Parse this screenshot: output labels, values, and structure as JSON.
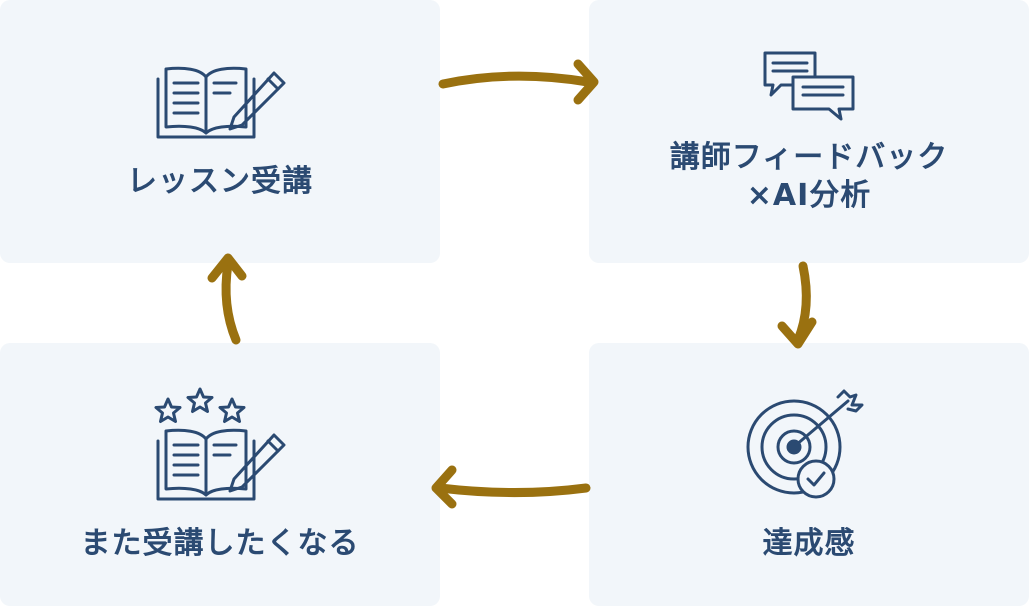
{
  "steps": [
    {
      "label": "レッスン受講",
      "icon": "open-book-pencil-icon"
    },
    {
      "label_line1": "講師フィードバック",
      "label_line2": "×AI分析",
      "icon": "chat-bubbles-icon"
    },
    {
      "label": "達成感",
      "icon": "target-check-icon"
    },
    {
      "label": "また受講したくなる",
      "icon": "stars-book-pencil-icon"
    }
  ],
  "colors": {
    "card_bg": "#f2f6fa",
    "text": "#2b4a72",
    "icon": "#2b4a72",
    "arrow": "#9a7110"
  }
}
